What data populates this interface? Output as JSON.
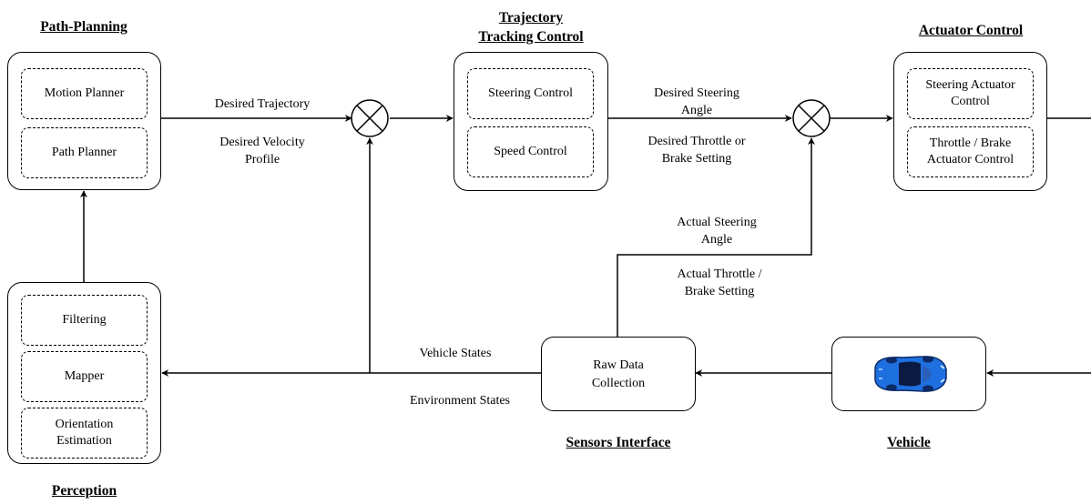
{
  "titles": {
    "path_planning": "Path-Planning",
    "trajectory_line1": "Trajectory",
    "trajectory_line2": "Tracking Control",
    "actuator": "Actuator Control",
    "perception": "Perception",
    "sensors": "Sensors Interface",
    "vehicle": "Vehicle"
  },
  "path_planning": {
    "motion_planner": "Motion Planner",
    "path_planner": "Path Planner"
  },
  "tracking": {
    "steering": "Steering Control",
    "speed": "Speed Control"
  },
  "actuator": {
    "steering_l1": "Steering Actuator",
    "steering_l2": "Control",
    "throttle_l1": "Throttle / Brake",
    "throttle_l2": "Actuator Control"
  },
  "perception": {
    "filtering": "Filtering",
    "mapper": "Mapper",
    "orientation_l1": "Orientation",
    "orientation_l2": "Estimation"
  },
  "raw_data": {
    "line1": "Raw Data",
    "line2": "Collection"
  },
  "labels": {
    "desired_trajectory": "Desired Trajectory",
    "desired_velocity_l1": "Desired Velocity",
    "desired_velocity_l2": "Profile",
    "desired_steering_l1": "Desired Steering",
    "desired_steering_l2": "Angle",
    "desired_throttle_l1": "Desired Throttle or",
    "desired_throttle_l2": "Brake Setting",
    "actual_steering_l1": "Actual Steering",
    "actual_steering_l2": "Angle",
    "actual_throttle_l1": "Actual Throttle /",
    "actual_throttle_l2": "Brake Setting",
    "vehicle_states": "Vehicle States",
    "environment_states": "Environment States"
  },
  "colors": {
    "car_body": "#1e6fe0",
    "car_dark": "#0b2a66"
  }
}
